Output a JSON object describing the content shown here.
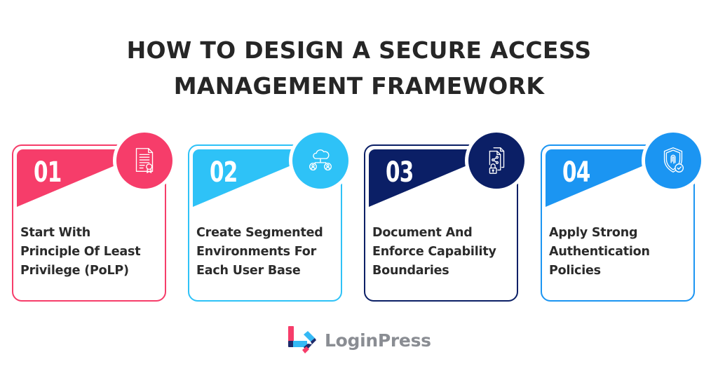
{
  "header": {
    "title_line1": "HOW TO DESIGN A SECURE ACCESS",
    "title_line2": "MANAGEMENT FRAMEWORK"
  },
  "cards": [
    {
      "number": "01",
      "icon": "certificate-document-icon",
      "color": "#f63d6a",
      "lines": [
        "Start With",
        "Principle Of Least",
        "Privilege (PoLP)"
      ]
    },
    {
      "number": "02",
      "icon": "cloud-users-network-icon",
      "color": "#2ec2f7",
      "lines": [
        "Create Segmented",
        "Environments For",
        "Each User Base"
      ]
    },
    {
      "number": "03",
      "icon": "shared-documents-lock-icon",
      "color": "#0b1f66",
      "lines": [
        "Document And",
        "Enforce Capability",
        "Boundaries"
      ]
    },
    {
      "number": "04",
      "icon": "shield-fingerprint-check-icon",
      "color": "#1b95f2",
      "lines": [
        "Apply Strong",
        "Authentication",
        "Policies"
      ]
    }
  ],
  "footer": {
    "brand": "LoginPress",
    "brand_colors": {
      "pink": "#f63d6a",
      "navy": "#1d2a6b",
      "blue": "#35b9f5",
      "text": "#8a8d93"
    }
  }
}
